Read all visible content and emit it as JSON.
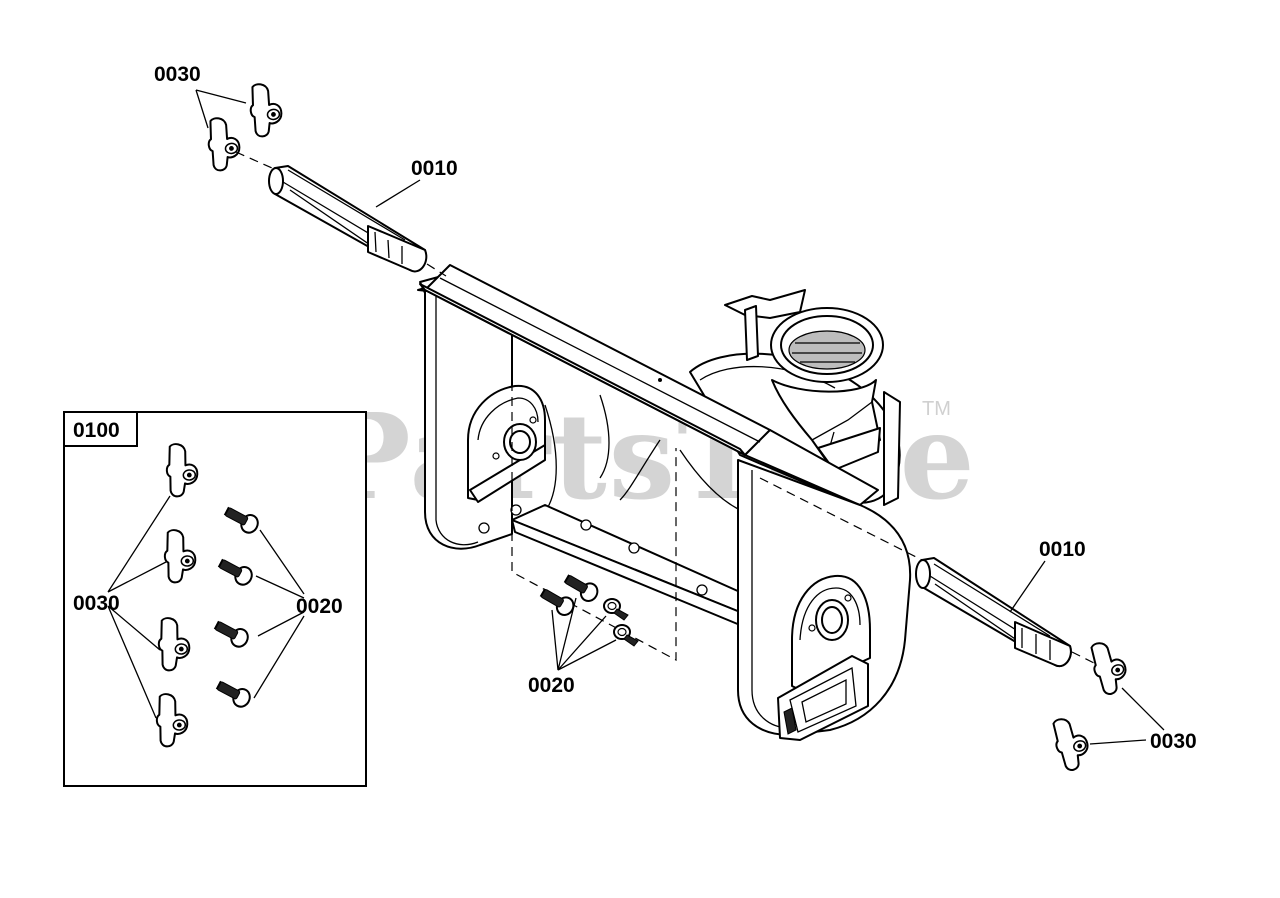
{
  "watermark": {
    "text": "PartsTree",
    "trademark": "TM"
  },
  "kit_box": {
    "label": "0100"
  },
  "callouts": {
    "thumbscrew_top": "0030",
    "auger_shaft_top": "0010",
    "kit_thumbscrews": "0030",
    "kit_bolts": "0020",
    "bolts_main": "0020",
    "auger_shaft_right": "0010",
    "thumbscrew_bottom": "0030"
  }
}
